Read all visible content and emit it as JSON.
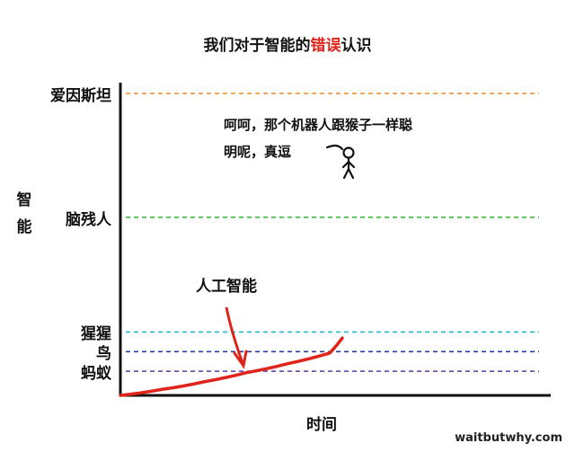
{
  "chart_data": {
    "type": "line",
    "title_parts": [
      {
        "text": "我们对于智能的",
        "highlight": false
      },
      {
        "text": "错误",
        "highlight": true
      },
      {
        "text": "认识",
        "highlight": false
      }
    ],
    "xlabel": "时间",
    "ylabel": "智能",
    "ylim": [
      0,
      100
    ],
    "xlim": [
      0,
      100
    ],
    "grid": false,
    "levels": [
      {
        "label": "爱因斯坦",
        "y": 100,
        "color": "#f08a24"
      },
      {
        "label": "脑残人",
        "y": 59,
        "color": "#2db52d"
      },
      {
        "label": "猩猩",
        "y": 21,
        "color": "#2bb6c6"
      },
      {
        "label": "鸟",
        "y": 14.5,
        "color": "#2a3a9a"
      },
      {
        "label": "蚂蚁",
        "y": 8,
        "color": "#5a3aa0"
      }
    ],
    "series": [
      {
        "color": "#e0241b",
        "x": [
          0,
          10,
          20,
          30,
          40,
          50,
          53
        ],
        "y": [
          0,
          2,
          4.5,
          7.5,
          10.5,
          14,
          19
        ]
      }
    ],
    "annotations": {
      "ai_label": "人工智能",
      "speech_line1": "呵呵，那个机器人跟猴子一样聪",
      "speech_line2": "明呢，真逗"
    },
    "credit": "waitbutwhy.com"
  }
}
